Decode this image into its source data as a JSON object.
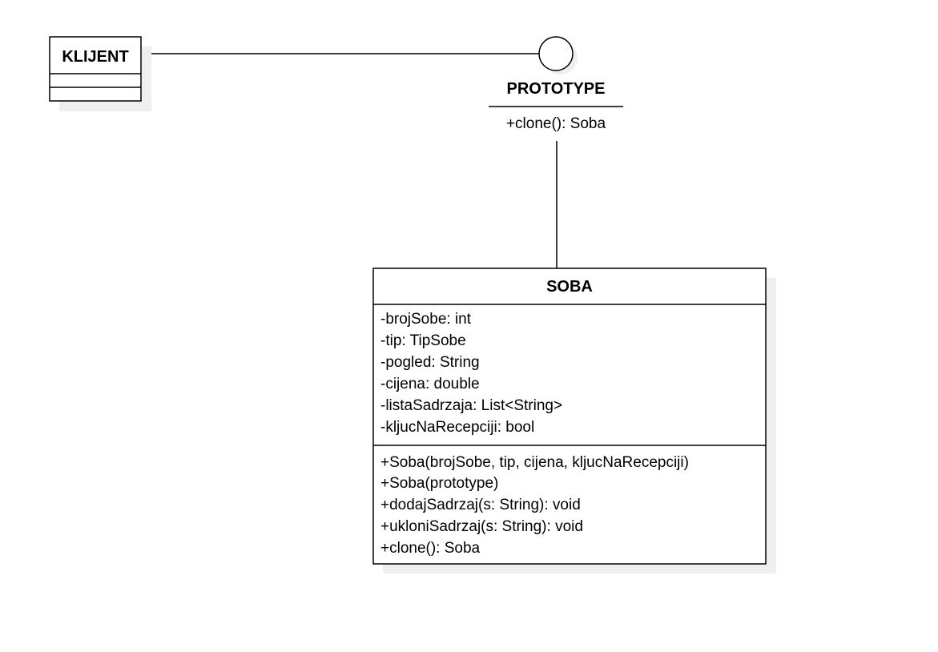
{
  "klijent": {
    "name": "KLIJENT"
  },
  "prototype": {
    "name": "PROTOTYPE",
    "operations": [
      "+clone(): Soba"
    ]
  },
  "soba": {
    "name": "SOBA",
    "attributes": [
      "-brojSobe: int",
      "-tip: TipSobe",
      "-pogled: String",
      "-cijena: double",
      "-listaSadrzaja: List<String>",
      "-kljucNaRecepciji: bool"
    ],
    "operations": [
      "+Soba(brojSobe, tip, cijena, kljucNaRecepciji)",
      "+Soba(prototype)",
      "+dodajSadrzaj(s: String): void",
      "+ukloniSadrzaj(s: String): void",
      "+clone(): Soba"
    ]
  }
}
